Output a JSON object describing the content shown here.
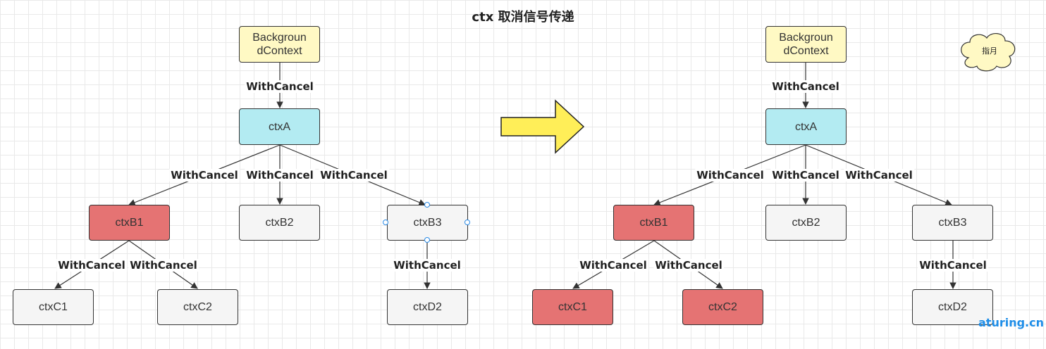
{
  "title": "ctx 取消信号传递",
  "edge_label": "WithCancel",
  "cloud_label": "指月",
  "watermark": "aturing.cn",
  "colors": {
    "background_node": "#fff9c4",
    "ctxA": "#b3ebf2",
    "canceled": "#e57373",
    "default": "#f5f5f5",
    "arrow": "#ffee58",
    "cloud": "#fff9c4"
  },
  "left": {
    "nodes": {
      "bg": {
        "text": "Background Context",
        "line1": "Backgroun",
        "line2": "dContext"
      },
      "a": "ctxA",
      "b1": "ctxB1",
      "b2": "ctxB2",
      "b3": "ctxB3",
      "c1": "ctxC1",
      "c2": "ctxC2",
      "d2": "ctxD2"
    }
  },
  "right": {
    "nodes": {
      "bg": {
        "text": "Background Context",
        "line1": "Backgroun",
        "line2": "dContext"
      },
      "a": "ctxA",
      "b1": "ctxB1",
      "b2": "ctxB2",
      "b3": "ctxB3",
      "c1": "ctxC1",
      "c2": "ctxC2",
      "d2": "ctxD2"
    }
  }
}
